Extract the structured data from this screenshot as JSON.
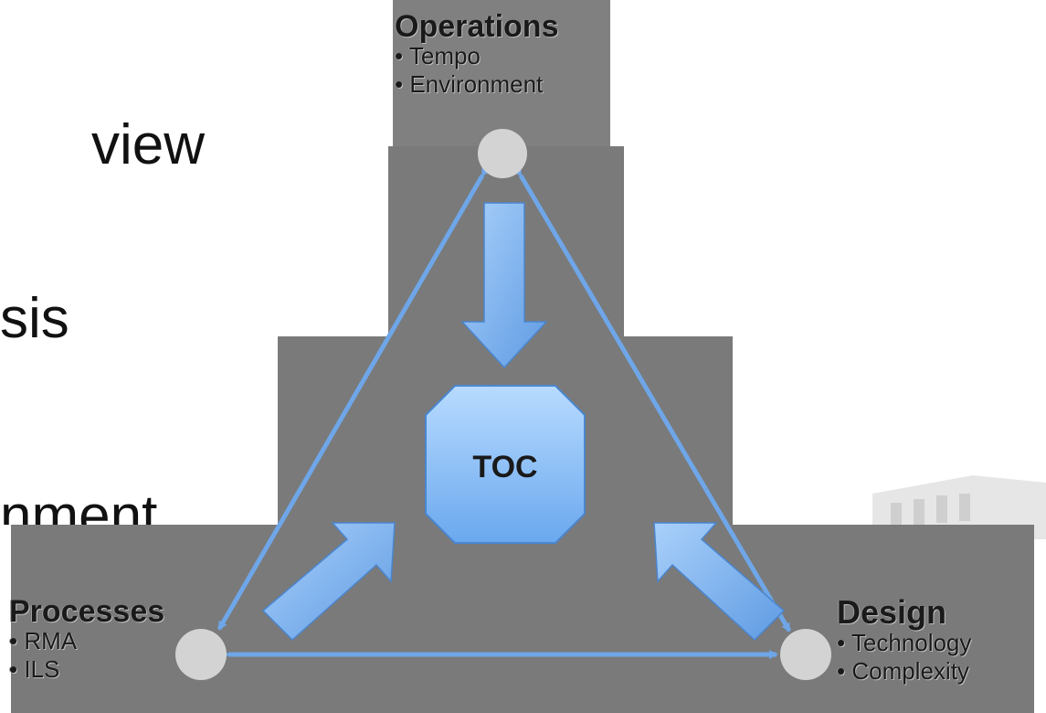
{
  "background_text": {
    "line1": "view",
    "line2": "sis",
    "line3": "nment"
  },
  "center": {
    "label": "TOC"
  },
  "nodes": {
    "operations": {
      "title": "Operations",
      "bullets": [
        "• Tempo",
        "• Environment"
      ]
    },
    "processes": {
      "title": "Processes",
      "bullets": [
        "• RMA",
        "• ILS"
      ]
    },
    "design": {
      "title": "Design",
      "bullets": [
        "• Technology",
        "• Complexity"
      ]
    }
  },
  "colors": {
    "panel": "#7a7a7a",
    "arrow_fill": "#6ea6e8",
    "arrow_stroke": "#4a86cf",
    "node_circle": "#d3d3d3",
    "toc_fill": "#8cc0f4"
  }
}
